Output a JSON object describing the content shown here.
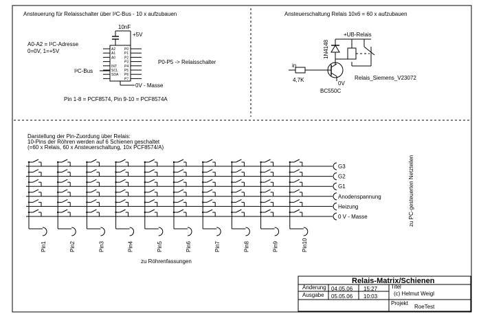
{
  "top_left": {
    "heading": "Ansteuerung für Relaisschalter über I²C-Bus - 10 x aufzubauen",
    "capacitor_label": "10nF",
    "supply_label": "+5V",
    "address_line1": "A0-A2 = I²C-Adresse",
    "address_line2": "0=0V, 1=+5V",
    "bus_label": "I²C-Bus",
    "outputs_label": "P0-P5 -> Relaisschalter",
    "ground_label": "0V - Masse",
    "pin_note": "Pin 1-8 = PCF8574, Pin 9-10 = PCF8574A",
    "chip_pins_left": [
      "A2",
      "A1",
      "A0",
      "",
      "INT",
      "SCL",
      "SDA",
      ""
    ],
    "chip_pins_right": [
      "P0",
      "P1",
      "P2",
      "P3",
      "P4",
      "P5",
      "P6",
      "P7"
    ]
  },
  "top_right": {
    "heading": "Ansteuerschaltung Relais 10x6 = 60 x aufzubauen",
    "diode_label": "1N4148",
    "supply_label": "+UB-Relais",
    "input_label": "in",
    "resistor_label": "4,7K",
    "ground_label": "0V",
    "transistor_label": "BC550C",
    "relay_label": "Relais_Siemens_V23072"
  },
  "matrix": {
    "desc_line1": "Darstellung der Pin-Zuordung über Relais:",
    "desc_line2": "10-Pins der Röhren werden auf 6 Schienen geschaltet",
    "desc_line3": "(=60 x Relais, 60 x Ansteuerschaltung, 10x PCF8574/A)",
    "rails": [
      "G3",
      "G2",
      "G1",
      "Anodenspannung",
      "Heizung",
      "0 V - Masse"
    ],
    "pins": [
      "Pin1",
      "Pin2",
      "Pin3",
      "Pin4",
      "Pin5",
      "Pin6",
      "Pin7",
      "Pin8",
      "Pin9",
      "Pin10"
    ],
    "bottom_label": "zu Röhrenfassungen",
    "side_label": "zu PC-gesteuerten Netzteilen"
  },
  "title_block": {
    "title": "Relais-Matrix/Schienen",
    "change_label": "Änderung",
    "change_date": "04.05.06",
    "change_time": "15:27",
    "edition_label": "Ausgabe",
    "edition_date": "05.05.06",
    "edition_time": "10:03",
    "title_label": "Titel",
    "author": "(c) Helmut Weigl",
    "project_label": "Projekt",
    "project": "RoeTest"
  }
}
